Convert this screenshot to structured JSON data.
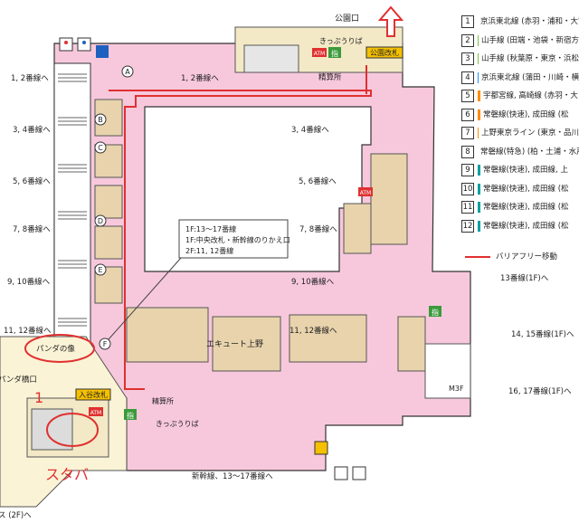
{
  "map": {
    "platform_labels_left": [
      "1, 2番線へ",
      "3, 4番線へ",
      "5, 6番線へ",
      "7, 8番線へ",
      "9, 10番線へ",
      "11, 12番線へ"
    ],
    "platform_labels_right": [
      "1, 2番線へ",
      "3, 4番線へ",
      "5, 6番線へ",
      "7, 8番線へ",
      "9, 10番線へ",
      "11, 12番線へ"
    ],
    "platform_labels_east": [
      "13番線(1F)へ",
      "14, 15番線(1F)へ",
      "16, 17番線(1F)へ"
    ],
    "markers": [
      "A",
      "B",
      "C",
      "D",
      "E",
      "F"
    ],
    "park_exit": "公園口",
    "park_gate": "公園改札",
    "ticket_office": "きっぷうりば",
    "fare_adjust": "精算所",
    "atm": "ATM",
    "info_mark": "指",
    "iriya_gate": "入谷改札",
    "ecute": "エキュート上野",
    "panda": "パンダの像",
    "panda_bridge": "パンダ橋口",
    "shinkansen": "新幹線、13〜17番線へ",
    "m3f": "M3F",
    "callout": [
      "1F:13〜17番線",
      "1F:中央改札・新幹線のりかえ口",
      "2F:11, 12番線"
    ],
    "annotation_number": "1",
    "annotation_starbucks": "スタバ",
    "bottom_cut": "ス (2F)へ"
  },
  "legend": {
    "items": [
      {
        "num": "1",
        "color": "#1e90ff",
        "text": "京浜東北線 (赤羽・浦和・大宮"
      },
      {
        "num": "2",
        "color": "#7cc242",
        "text": "山手線 (田端・池袋・新宿方"
      },
      {
        "num": "3",
        "color": "#7cc242",
        "text": "山手線 (秋葉原・東京・浜松"
      },
      {
        "num": "4",
        "color": "#1e90ff",
        "text": "京浜東北線 (蒲田・川崎・横"
      },
      {
        "num": "5",
        "color": "#ff8c00",
        "text": "宇都宮線, 高崎線 (赤羽・大"
      },
      {
        "num": "6",
        "color": "#ff8c00",
        "text": "常磐線(快速), 成田線 (松"
      },
      {
        "num": "7",
        "color": "#ff8c00",
        "text": "上野東京ライン (東京・品川"
      },
      {
        "num": "8",
        "color": "#3050c0",
        "text": "常磐線(特急) (柏・土浦・水戸"
      },
      {
        "num": "9",
        "color": "#00a0a0",
        "text": "常磐線(快速), 成田線, 上"
      },
      {
        "num": "10",
        "color": "#00a0a0",
        "text": "常磐線(快速), 成田線 (松"
      },
      {
        "num": "11",
        "color": "#00a0a0",
        "text": "常磐線(快速), 成田線 (松"
      },
      {
        "num": "12",
        "color": "#00a0a0",
        "text": "常磐線(快速), 成田線 (松"
      }
    ],
    "barrier_free": "バリアフリー移動"
  }
}
